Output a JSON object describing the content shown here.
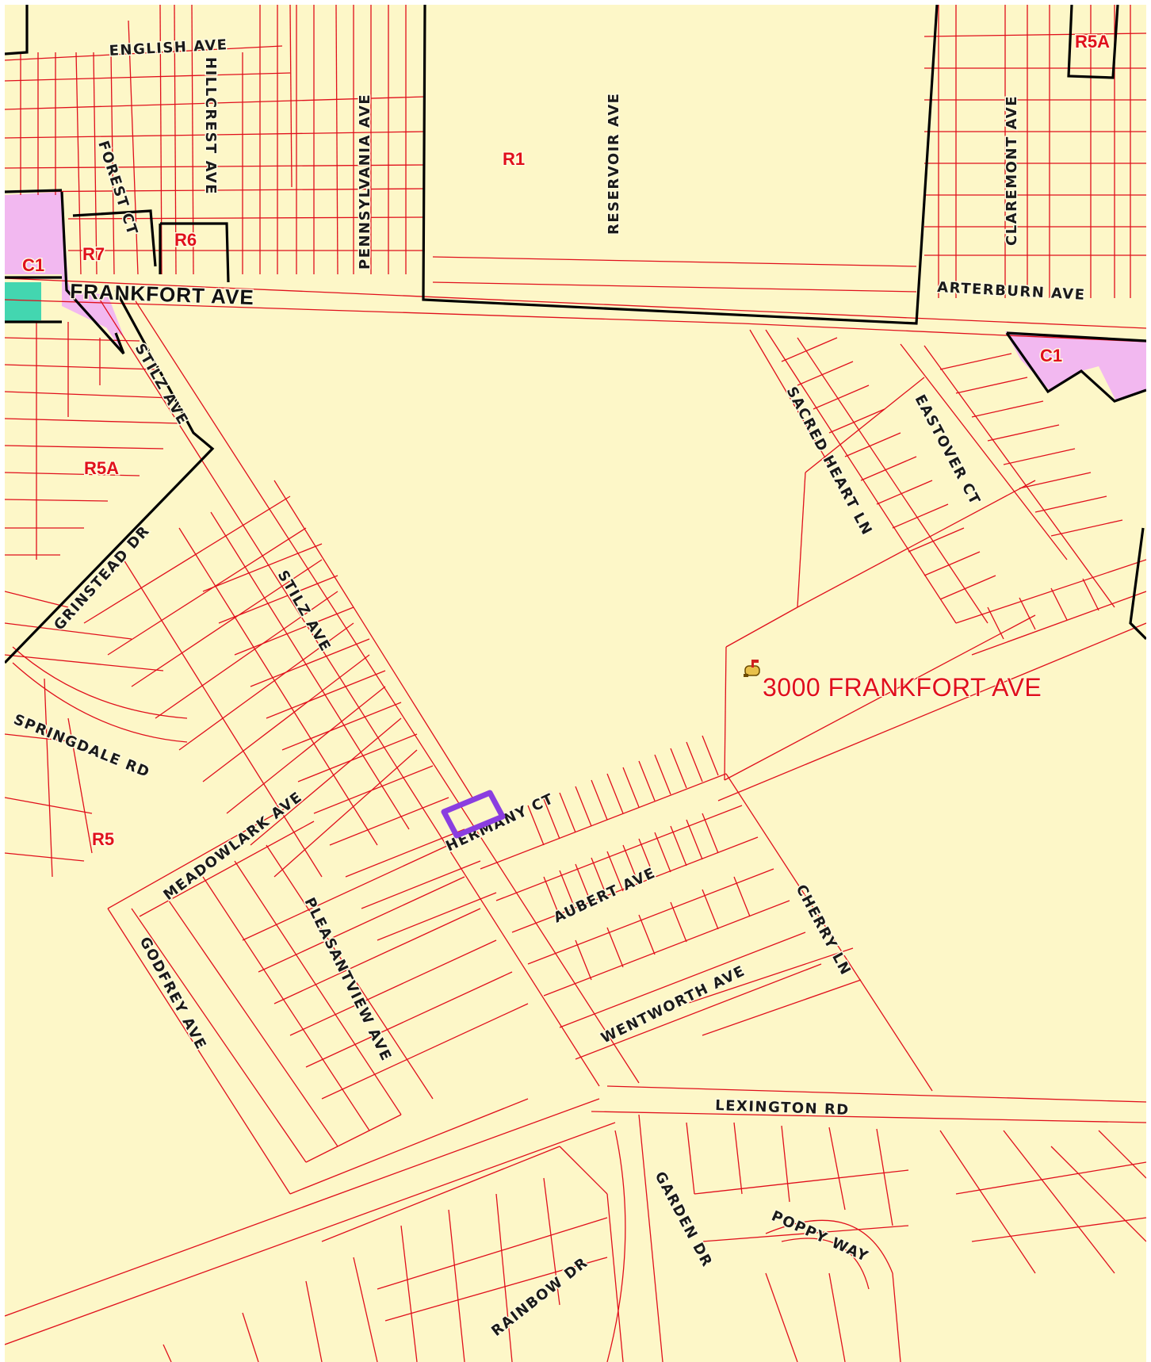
{
  "colors": {
    "background": "#fdf7c8",
    "parcel_line": "#e0101c",
    "zone_boundary": "#000000",
    "commercial_zone": "#f2b8f0",
    "special_zone": "#43d6b0",
    "selected_parcel": "#8a3ee0",
    "address_text": "#e0101c"
  },
  "zones": {
    "r5a_top": "R5A",
    "r1": "R1",
    "r6": "R6",
    "r7": "R7",
    "c1_left": "C1",
    "c1_right": "C1",
    "r5a_left": "R5A",
    "r5": "R5"
  },
  "streets": {
    "english": "ENGLISH AVE",
    "hillcrest": "HILLCREST AVE",
    "pennsylvania": "PENNSYLVANIA AVE",
    "reservoir": "RESERVOIR AVE",
    "claremont": "CLAREMONT AVE",
    "forest": "FOREST CT",
    "frankfort": "FRANKFORT AVE",
    "arterburn": "ARTERBURN AVE",
    "stilz_upper": "STILZ AVE",
    "stilz_lower": "STILZ AVE",
    "sacred_heart": "SACRED HEART LN",
    "eastover": "EASTOVER CT",
    "grinstead": "GRINSTEAD DR",
    "springdale": "SPRINGDALE RD",
    "meadowlark": "MEADOWLARK AVE",
    "hermany": "HERMANY CT",
    "aubert": "AUBERT AVE",
    "cherry": "CHERRY LN",
    "wentworth": "WENTWORTH AVE",
    "pleasantview": "PLEASANTVIEW AVE",
    "godfrey": "GODFREY AVE",
    "lexington": "LEXINGTON RD",
    "garden": "GARDEN DR",
    "poppy": "POPPY WAY",
    "rainbow": "RAINBOW DR"
  },
  "address": {
    "text": "3000 FRANKFORT AVE",
    "icon": "mailbox-icon"
  }
}
